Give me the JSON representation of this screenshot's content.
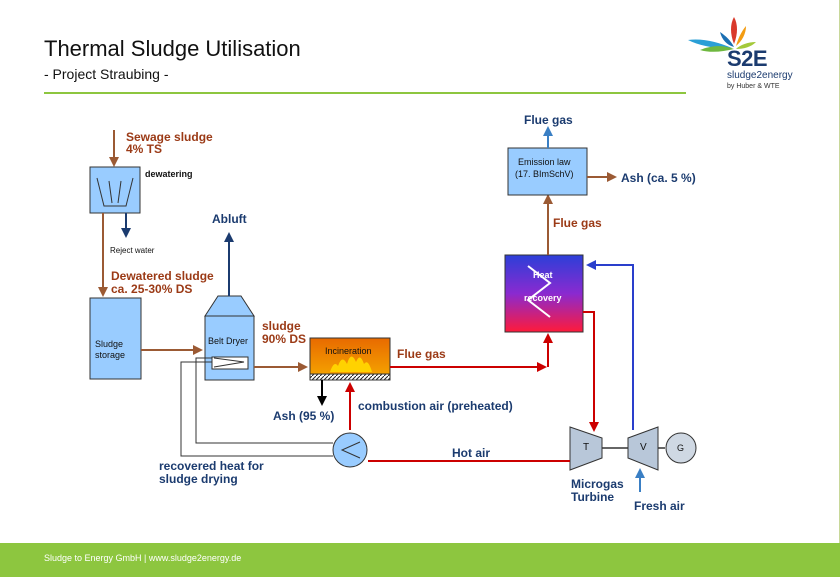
{
  "header": {
    "title": "Thermal Sludge Utilisation",
    "subtitle": "- Project Straubing -"
  },
  "logo": {
    "brand": "S2E",
    "name": "sludge2energy",
    "byline": "by Huber & WTE"
  },
  "diagram": {
    "sewage_sludge_1": "Sewage sludge",
    "sewage_sludge_2": "4% TS",
    "dewatering": "dewatering",
    "reject_water": "Reject water",
    "dewatered_1": "Dewatered sludge",
    "dewatered_2": "ca. 25-30% DS",
    "sludge_storage_1": "Sludge",
    "sludge_storage_2": "storage",
    "abluft": "Abluft",
    "belt_dryer": "Belt Dryer",
    "sludge_ds_1": "sludge",
    "sludge_ds_2": "90% DS",
    "incineration": "Incineration",
    "flue_gas_incin": "Flue gas",
    "ash_95": "Ash (95 %)",
    "combustion_air": "combustion air (preheated)",
    "recovered_heat_1": "recovered heat for",
    "recovered_heat_2": "sludge drying",
    "hot_air": "Hot air",
    "heat_recovery_1": "Heat",
    "heat_recovery_2": "recovery",
    "flue_gas_heat": "Flue gas",
    "emission_1": "Emission law",
    "emission_2": "(17. BImSchV)",
    "flue_gas_top": "Flue gas",
    "ash_5": "Ash (ca. 5 %)",
    "turbine_t": "T",
    "compressor_v": "V",
    "generator_g": "G",
    "microgas_1": "Microgas",
    "microgas_2": "Turbine",
    "fresh_air": "Fresh air"
  },
  "footer": {
    "text": "Sludge to Energy GmbH | www.sludge2energy.de"
  },
  "colors": {
    "accent_green": "#8dc63f",
    "brown": "#9b5a34",
    "red": "#cc0000",
    "navy": "#1b3b6f",
    "box_blue": "#99ccff"
  }
}
